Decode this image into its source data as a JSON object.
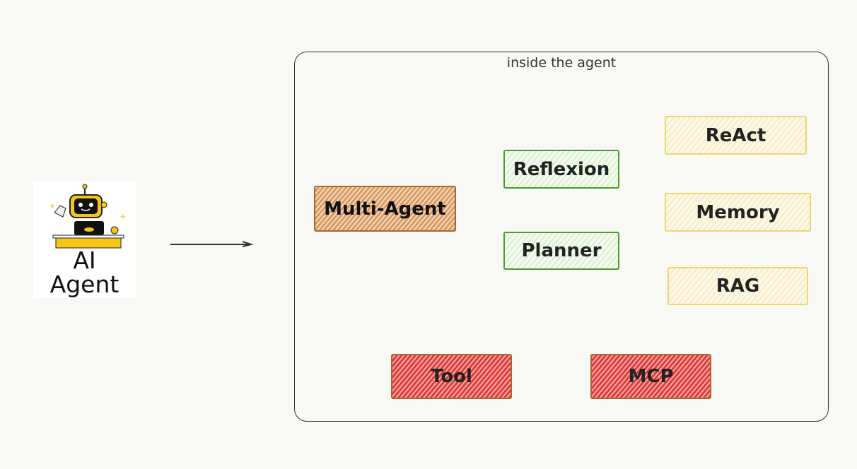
{
  "logo": {
    "text_line1": "AI",
    "text_line2": "Agent"
  },
  "frame": {
    "title": "inside the agent"
  },
  "nodes": {
    "multi_agent": "Multi-Agent",
    "reflexion": "Reflexion",
    "planner": "Planner",
    "react": "ReAct",
    "memory": "Memory",
    "rag": "RAG",
    "tool": "Tool",
    "mcp": "MCP"
  },
  "colors": {
    "brown": "#d89a60",
    "green": "#4d9a2e",
    "yellow": "#eed76a",
    "red": "#e03a3a",
    "background": "#f8f9f5"
  }
}
